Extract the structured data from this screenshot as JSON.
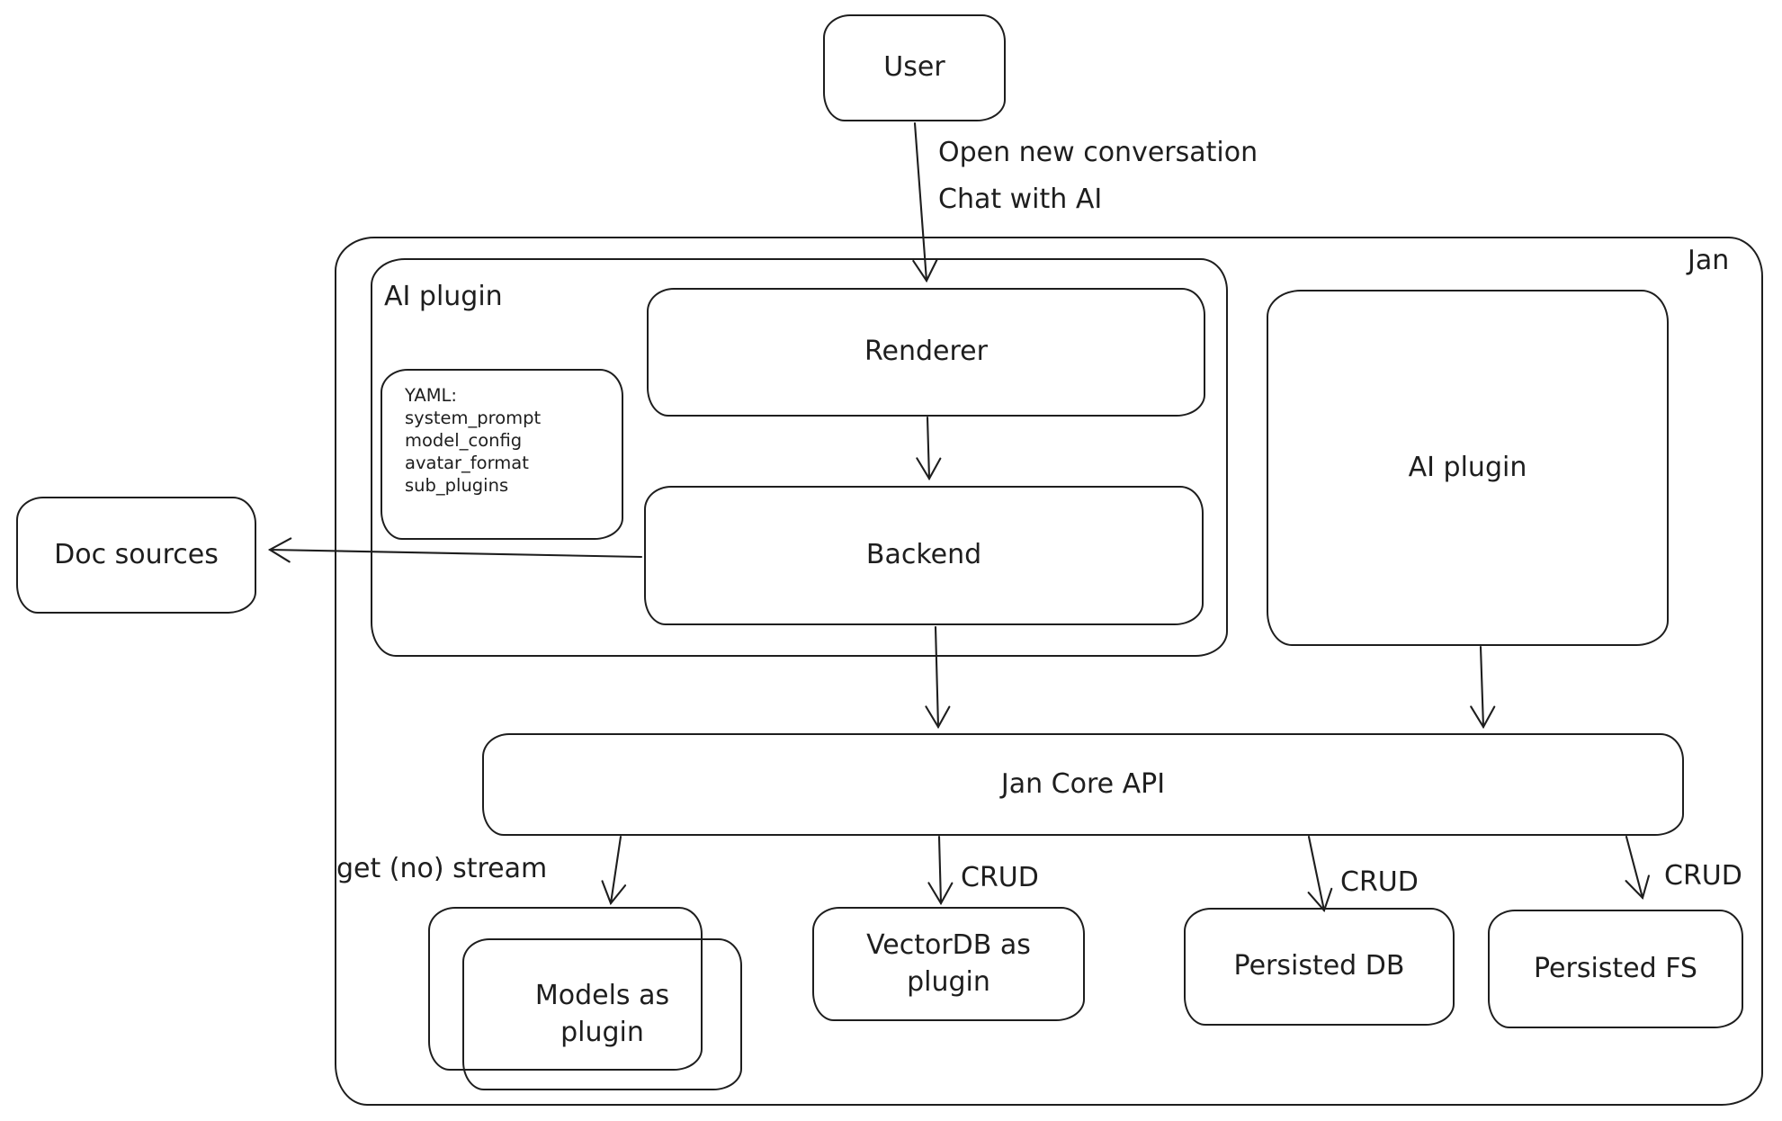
{
  "page": {
    "background_color": "#ffffff",
    "stroke_color": "#1e1e1e"
  },
  "diagram": {
    "nodes": {
      "user": {
        "label": "User"
      },
      "jan_container": {
        "label": "Jan"
      },
      "ai_plugin_container": {
        "label": "AI plugin"
      },
      "renderer": {
        "label": "Renderer"
      },
      "backend": {
        "label": "Backend"
      },
      "doc_sources": {
        "label": "Doc sources"
      },
      "ai_plugin_right": {
        "label": "AI plugin"
      },
      "jan_core_api": {
        "label": "Jan Core API"
      },
      "models_as_plugin": {
        "label": "Models as plugin"
      },
      "vectordb_as_plugin": {
        "label": "VectorDB as plugin"
      },
      "persisted_db": {
        "label": "Persisted DB"
      },
      "persisted_fs": {
        "label": "Persisted FS"
      }
    },
    "yaml_note": {
      "lines": [
        "YAML:",
        "system_prompt",
        "model_config",
        "avatar_format",
        "sub_plugins"
      ]
    },
    "edge_labels": {
      "user_to_renderer_line1": "Open new conversation",
      "user_to_renderer_line2": "Chat with AI",
      "api_to_models": "get (no) stream",
      "api_to_vectordb": "CRUD",
      "api_to_persisted_db": "CRUD",
      "api_to_persisted_fs": "CRUD"
    }
  }
}
